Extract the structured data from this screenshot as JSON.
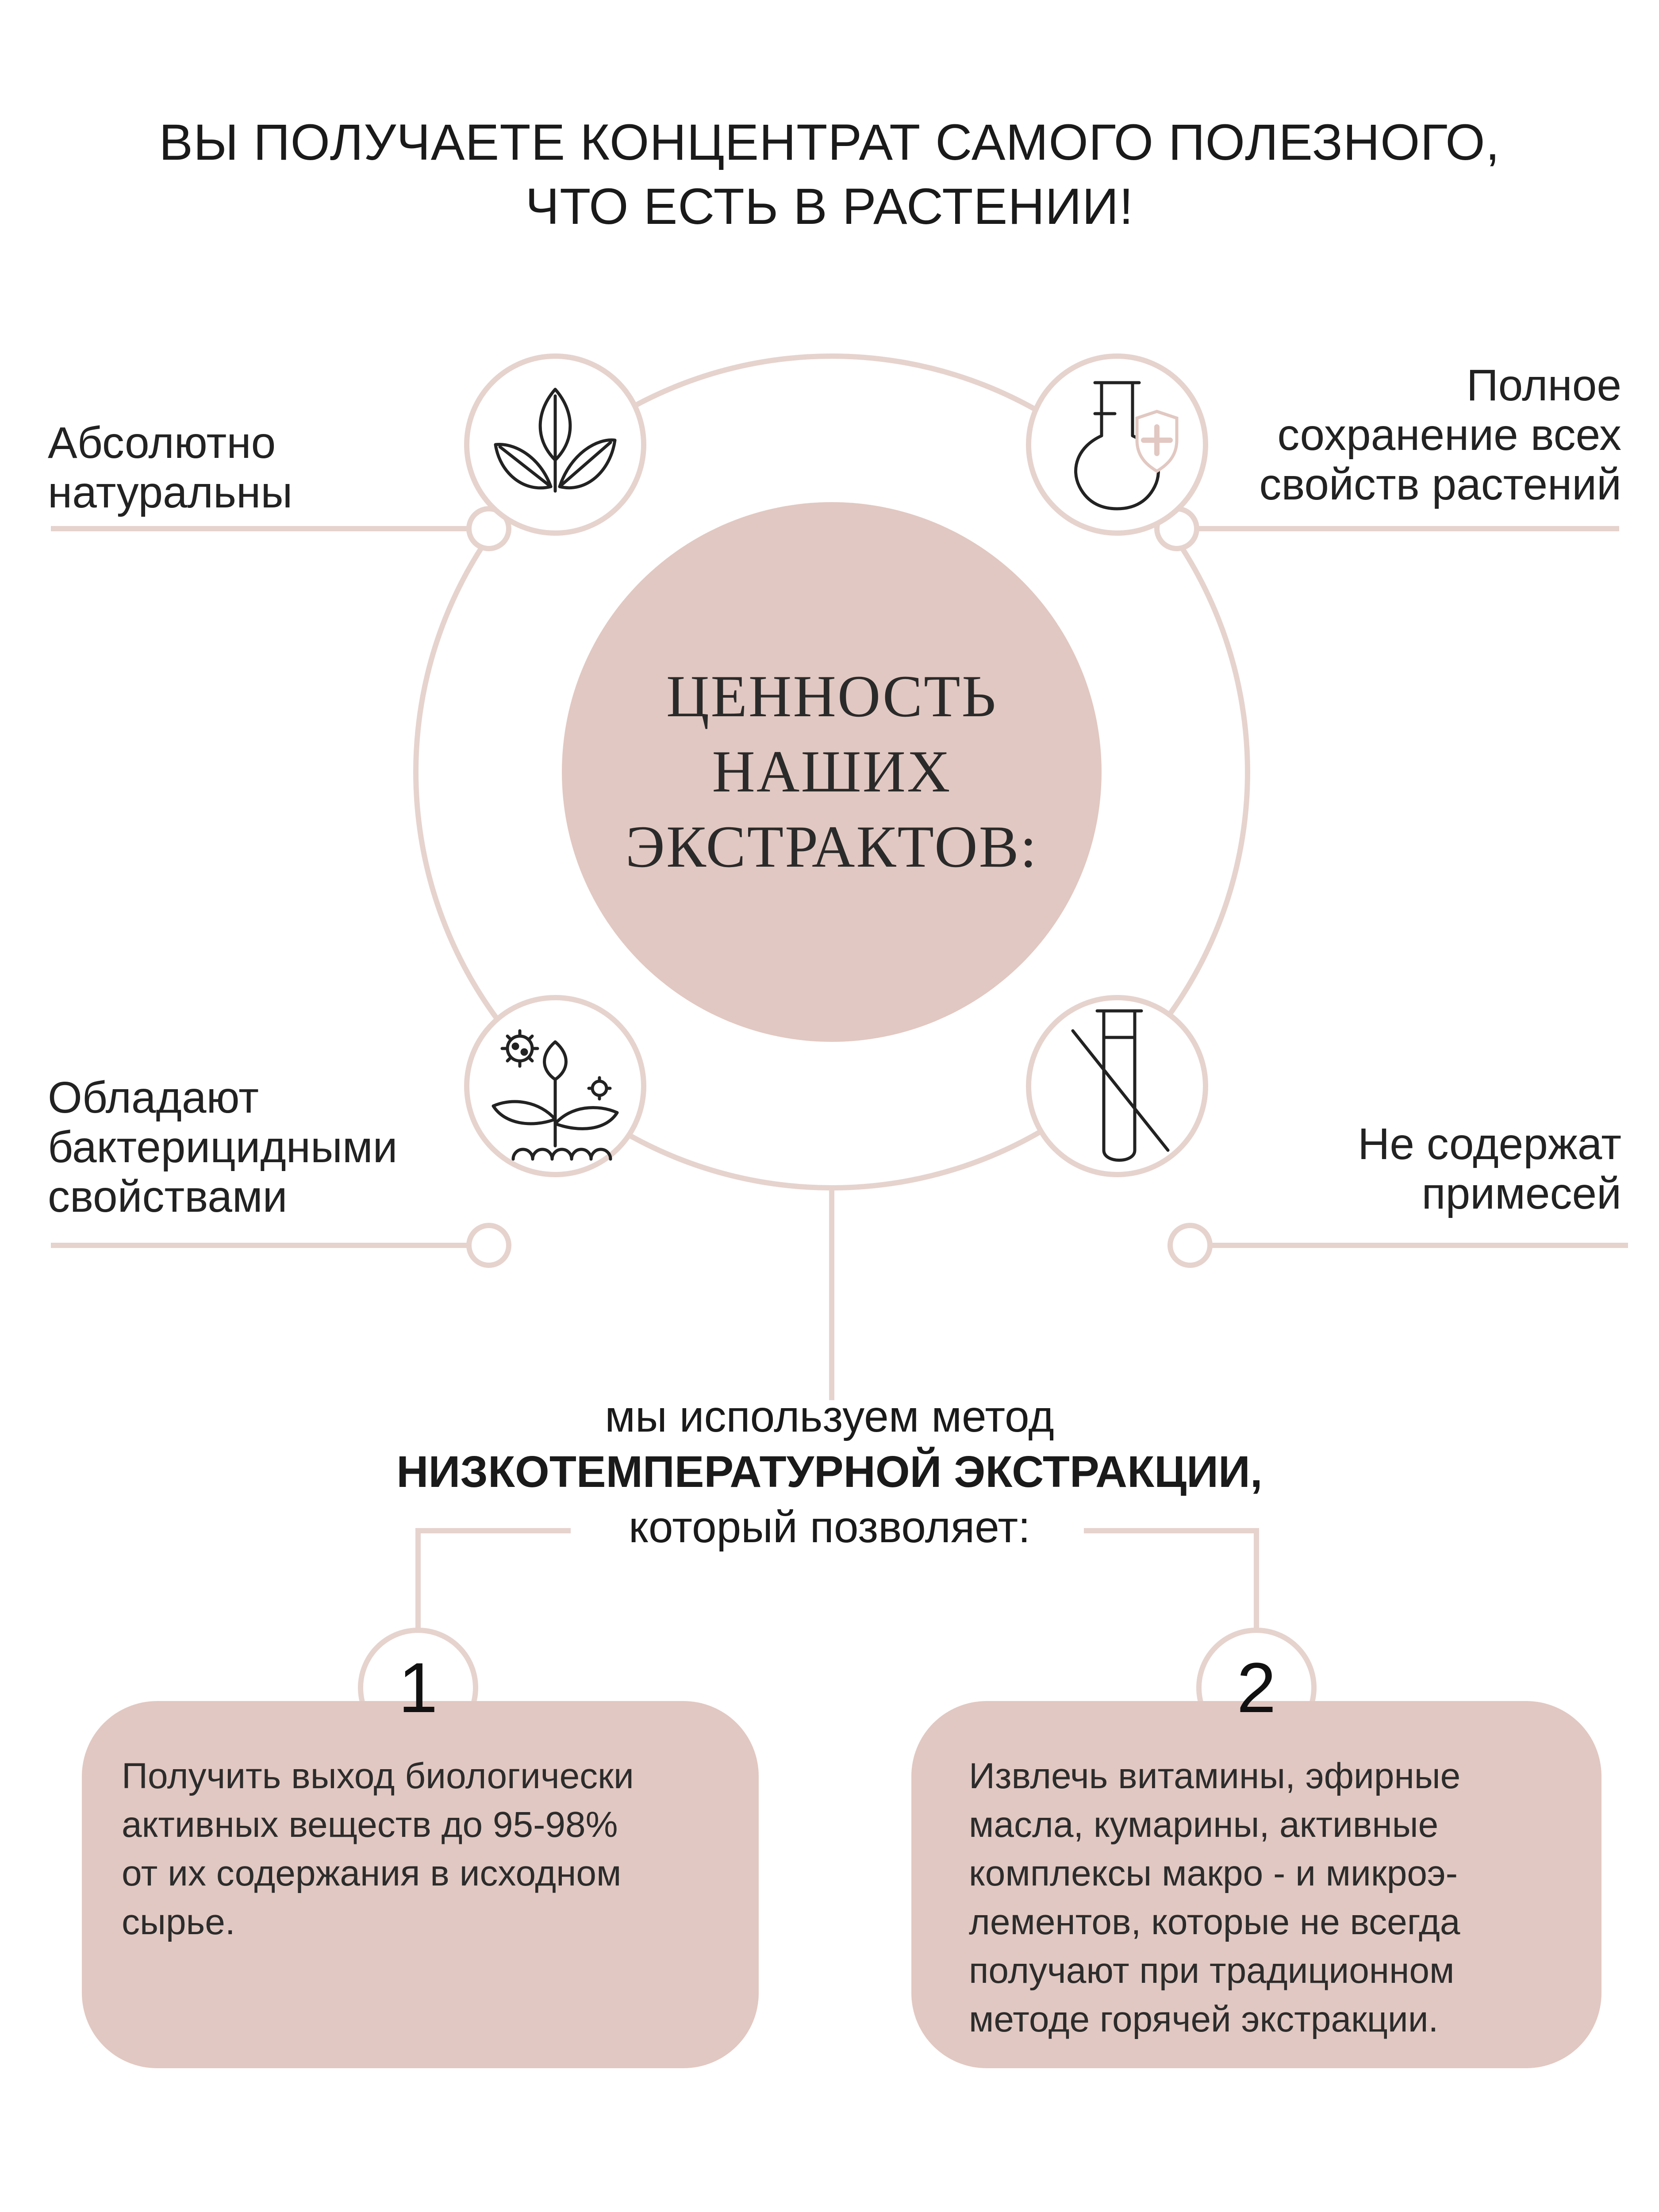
{
  "colors": {
    "accent": "#e2c8c2",
    "line": "#e6d3ce",
    "text": "#1a1a1a"
  },
  "headline": {
    "line1": "ВЫ ПОЛУЧАЕТЕ КОНЦЕНТРАТ САМОГО ПОЛЕЗНОГО,",
    "line2": "ЧТО ЕСТЬ В РАСТЕНИИ!"
  },
  "center": {
    "line1": "ЦЕННОСТЬ",
    "line2": "НАШИХ",
    "line3": "ЭКСТРАКТОВ:"
  },
  "features": {
    "top_left": {
      "line1": "Абсолютно",
      "line2": "натуральны",
      "icon": "leaves-icon"
    },
    "top_right": {
      "line1": "Полное",
      "line2": "сохранение всех",
      "line3": "свойств растений",
      "icon": "flask-shield-icon"
    },
    "bottom_left": {
      "line1": "Обладают",
      "line2": "бактерицидными",
      "line3": "свойствами",
      "icon": "sprout-bacteria-icon"
    },
    "bottom_right": {
      "line1": "Не содержат",
      "line2": "примесей",
      "icon": "crossed-test-tube-icon"
    }
  },
  "method": {
    "line1": "мы используем метод",
    "line2": "НИЗКОТЕМПЕРАТУРНОЙ ЭКСТРАКЦИИ,",
    "line3": "который позволяет:"
  },
  "benefits": [
    {
      "number": "1",
      "text": "Получить выход биологически\nактивных веществ до 95-98%\nот их содержания в исходном\nсырье."
    },
    {
      "number": "2",
      "text": "Извлечь витамины, эфирные\nмасла, кумарины, активные\nкомплексы макро - и микроэ-\nлементов, которые не всегда\nполучают при традиционном\nметоде горячей экстракции."
    }
  ]
}
